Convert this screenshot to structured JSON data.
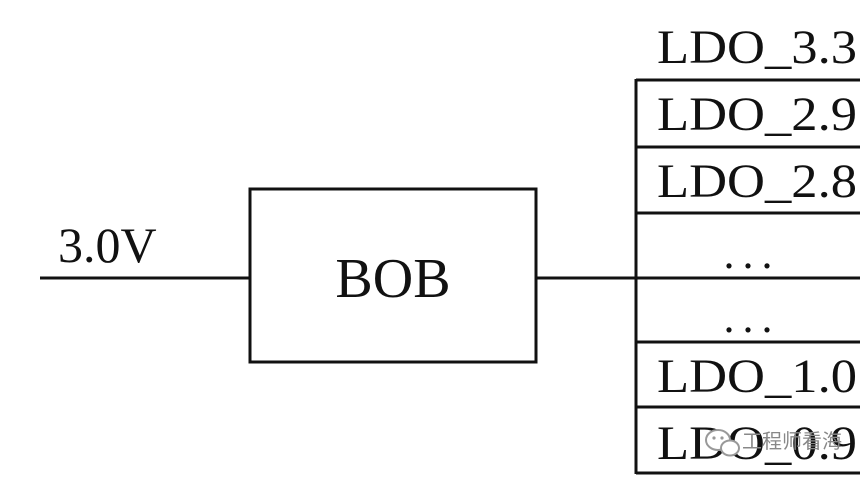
{
  "diagram": {
    "input_label": "3.0V",
    "block_label": "BOB",
    "outputs": [
      "LDO_3.3",
      "LDO_2.9",
      "LDO_2.8",
      "...",
      "...",
      "LDO_1.0",
      "LDO_0.9"
    ],
    "watermark": "工程师看海",
    "line_color": "#111111"
  }
}
